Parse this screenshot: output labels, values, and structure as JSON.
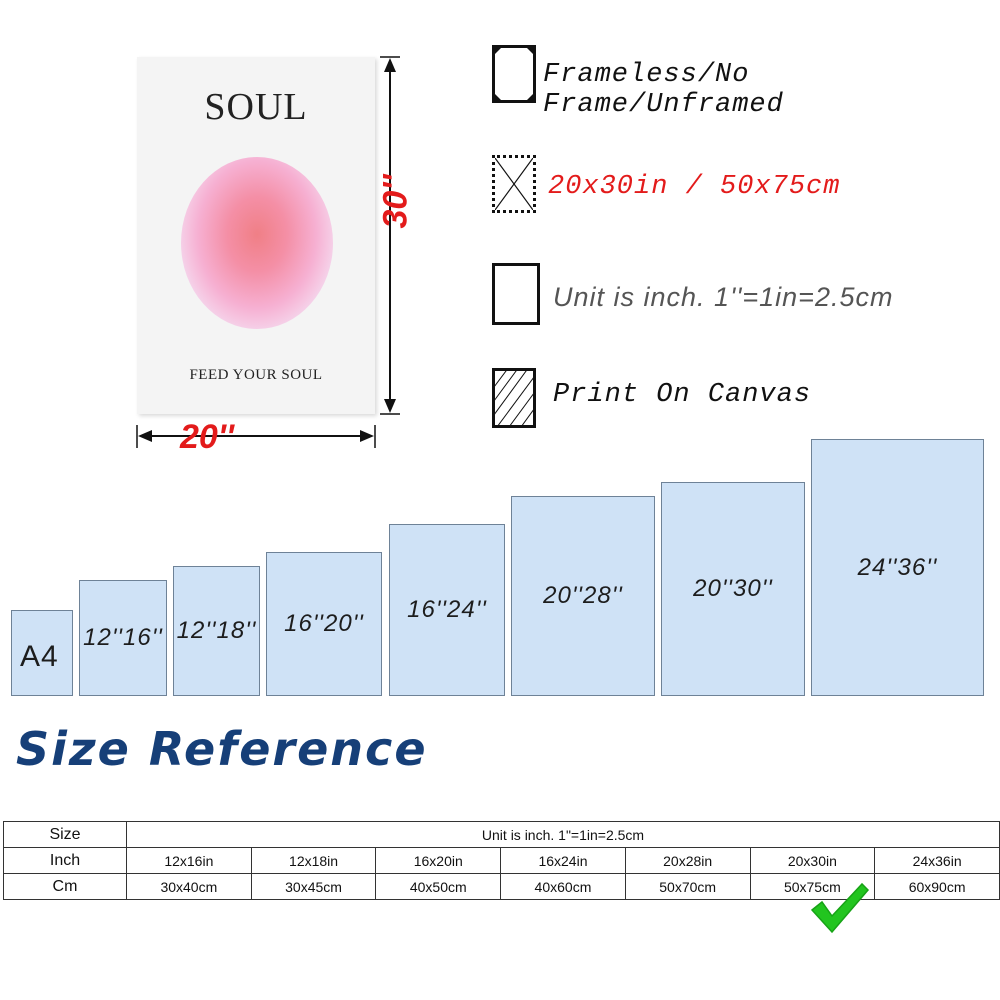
{
  "poster": {
    "title": "SOUL",
    "subtitle": "FEED YOUR SOUL",
    "width_label": "20''",
    "height_label": "30''"
  },
  "legend": [
    {
      "label": "Frameless/No Frame/Unframed",
      "color": "#111111"
    },
    {
      "label": "20x30in / 50x75cm",
      "color": "#e31b1b"
    },
    {
      "label": "Unit is inch. 1''=1in=2.5cm",
      "color": "#555555"
    },
    {
      "label": "Print On Canvas",
      "color": "#111111"
    }
  ],
  "sizes": [
    "A4",
    "12''16''",
    "12''18''",
    "16''20''",
    "16''24''",
    "20''28''",
    "20''30''",
    "24''36''"
  ],
  "size_reference_title": "Size Reference",
  "table": {
    "header_label": "Size",
    "unit_note": "Unit is inch. 1\"=1in=2.5cm",
    "rows": [
      {
        "label": "Inch",
        "cells": [
          "12x16in",
          "12x18in",
          "16x20in",
          "16x24in",
          "20x28in",
          "20x30in",
          "24x36in"
        ]
      },
      {
        "label": "Cm",
        "cells": [
          "30x40cm",
          "30x45cm",
          "40x50cm",
          "40x60cm",
          "50x70cm",
          "50x75cm",
          "60x90cm"
        ]
      }
    ],
    "selected": "50x75cm"
  },
  "colors": {
    "accent": "#e31b1b",
    "box_fill": "#cfe2f6",
    "title_blue": "#163f78",
    "check_green": "#22c51f"
  }
}
